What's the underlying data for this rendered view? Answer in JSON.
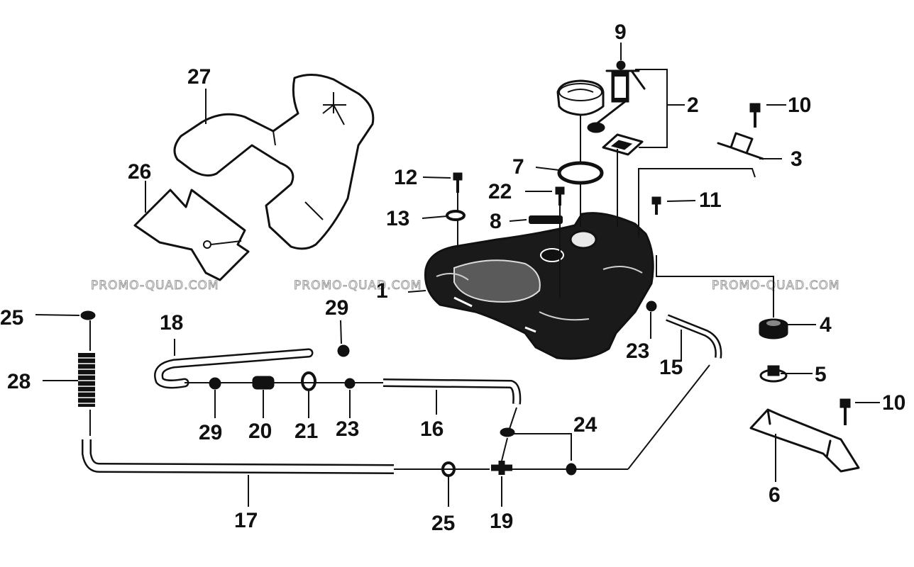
{
  "watermark": "PROMO-QUAD.COM",
  "callouts": {
    "c1": "1",
    "c2": "2",
    "c3": "3",
    "c4": "4",
    "c5": "5",
    "c6": "6",
    "c7": "7",
    "c8": "8",
    "c9": "9",
    "c10a": "10",
    "c10b": "10",
    "c11": "11",
    "c12": "12",
    "c13": "13",
    "c15": "15",
    "c16": "16",
    "c17": "17",
    "c18": "18",
    "c19": "19",
    "c20": "20",
    "c21": "21",
    "c22": "22",
    "c23a": "23",
    "c23b": "23",
    "c24": "24",
    "c25a": "25",
    "c25b": "25",
    "c26": "26",
    "c27": "27",
    "c28": "28",
    "c29a": "29",
    "c29b": "29"
  }
}
